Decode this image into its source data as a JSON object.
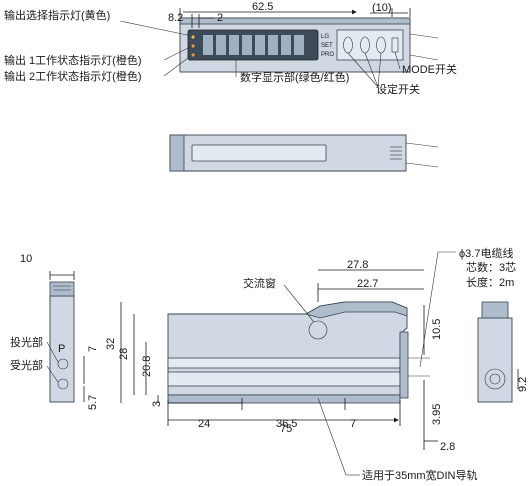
{
  "labels": {
    "output_select_indicator": "输出选择指示灯(黄色)",
    "output1_indicator": "输出 1工作状态指示灯(橙色)",
    "output2_indicator": "输出 2工作状态指示灯(橙色)",
    "digital_display": "数字显示部(绿色/红色)",
    "mode_switch": "MODE开关",
    "setting_switch": "设定开关",
    "ac_window": "交流窗",
    "cable": "ϕ3.7电缆线",
    "core_count": "芯数：3芯",
    "length": "长度：2m",
    "emitter": "投光部",
    "receiver": "受光部",
    "p_mark": "P",
    "din_rail": "适用于35mm宽DIN导轨",
    "display_tags": [
      "LG",
      "SET",
      "PRO"
    ]
  },
  "dimensions": {
    "top_width": "62.5",
    "top_right": "(10)",
    "d_8_2": "8.2",
    "d_2": "2",
    "front_27_8": "27.8",
    "front_22_7": "22.7",
    "front_32": "32",
    "front_28": "28",
    "front_20_8": "20.8",
    "front_3": "3",
    "front_24": "24",
    "front_36_5": "36.5",
    "front_7b": "7",
    "front_75": "75",
    "front_10_5": "10.5",
    "front_3_95": "3.95",
    "front_2_8": "2.8",
    "left_10": "10",
    "left_7": "7",
    "left_5_7": "5.7",
    "right_9_2": "9.2"
  }
}
